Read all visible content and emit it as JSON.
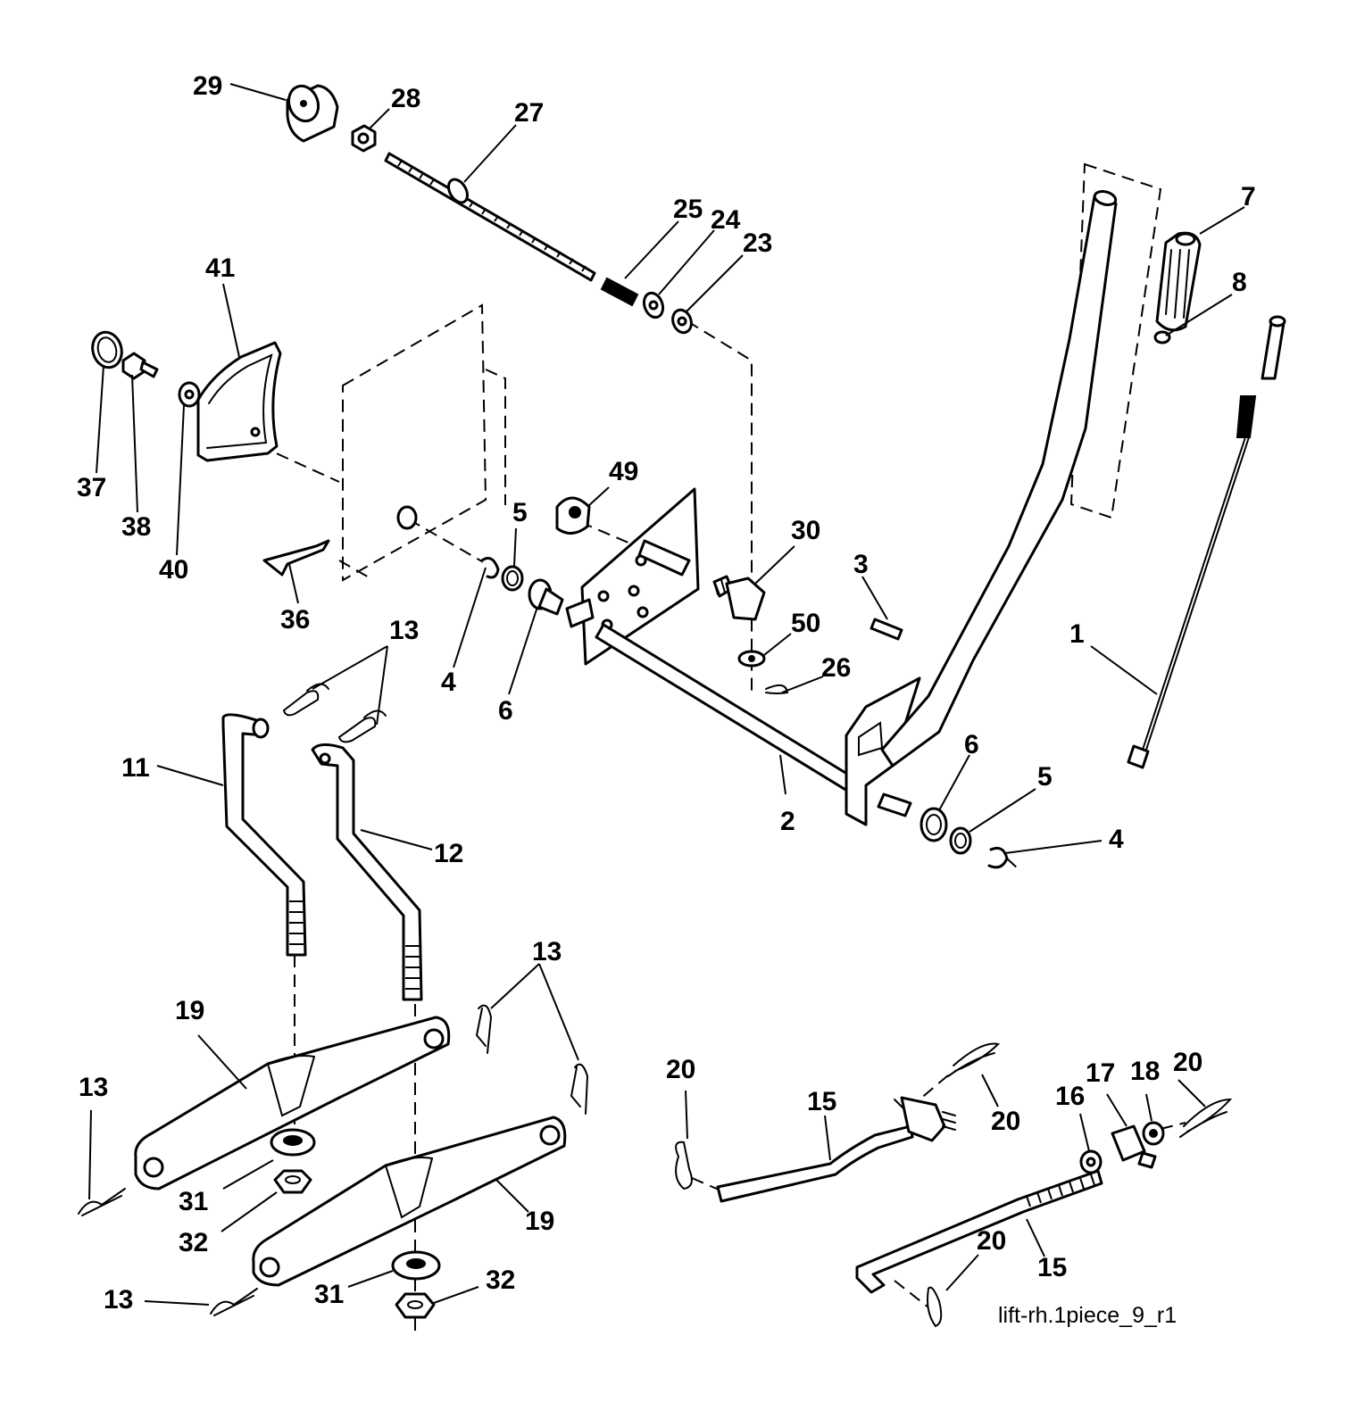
{
  "callouts": [
    {
      "id": "c29",
      "label": "29"
    },
    {
      "id": "c28",
      "label": "28"
    },
    {
      "id": "c27",
      "label": "27"
    },
    {
      "id": "c25",
      "label": "25"
    },
    {
      "id": "c24",
      "label": "24"
    },
    {
      "id": "c23",
      "label": "23"
    },
    {
      "id": "c41",
      "label": "41"
    },
    {
      "id": "c7",
      "label": "7"
    },
    {
      "id": "c8",
      "label": "8"
    },
    {
      "id": "c37",
      "label": "37"
    },
    {
      "id": "c38",
      "label": "38"
    },
    {
      "id": "c40",
      "label": "40"
    },
    {
      "id": "c49",
      "label": "49"
    },
    {
      "id": "c30",
      "label": "30"
    },
    {
      "id": "c5a",
      "label": "5"
    },
    {
      "id": "c3",
      "label": "3"
    },
    {
      "id": "c36",
      "label": "36"
    },
    {
      "id": "c13a",
      "label": "13"
    },
    {
      "id": "c50",
      "label": "50"
    },
    {
      "id": "c1",
      "label": "1"
    },
    {
      "id": "c4a",
      "label": "4"
    },
    {
      "id": "c26",
      "label": "26"
    },
    {
      "id": "c6a",
      "label": "6"
    },
    {
      "id": "c6b",
      "label": "6"
    },
    {
      "id": "c11",
      "label": "11"
    },
    {
      "id": "c5b",
      "label": "5"
    },
    {
      "id": "c2",
      "label": "2"
    },
    {
      "id": "c4b",
      "label": "4"
    },
    {
      "id": "c12",
      "label": "12"
    },
    {
      "id": "c13b",
      "label": "13"
    },
    {
      "id": "c19a",
      "label": "19"
    },
    {
      "id": "c20a",
      "label": "20"
    },
    {
      "id": "c20b",
      "label": "20"
    },
    {
      "id": "c17",
      "label": "17"
    },
    {
      "id": "c18",
      "label": "18"
    },
    {
      "id": "c15a",
      "label": "15"
    },
    {
      "id": "c16",
      "label": "16"
    },
    {
      "id": "c13c",
      "label": "13"
    },
    {
      "id": "c20c",
      "label": "20"
    },
    {
      "id": "c31a",
      "label": "31"
    },
    {
      "id": "c32a",
      "label": "32"
    },
    {
      "id": "c19b",
      "label": "19"
    },
    {
      "id": "c20d",
      "label": "20"
    },
    {
      "id": "c15b",
      "label": "15"
    },
    {
      "id": "c32b",
      "label": "32"
    },
    {
      "id": "c13d",
      "label": "13"
    },
    {
      "id": "c31b",
      "label": "31"
    }
  ],
  "caption": "lift-rh.1piece_9_r1"
}
